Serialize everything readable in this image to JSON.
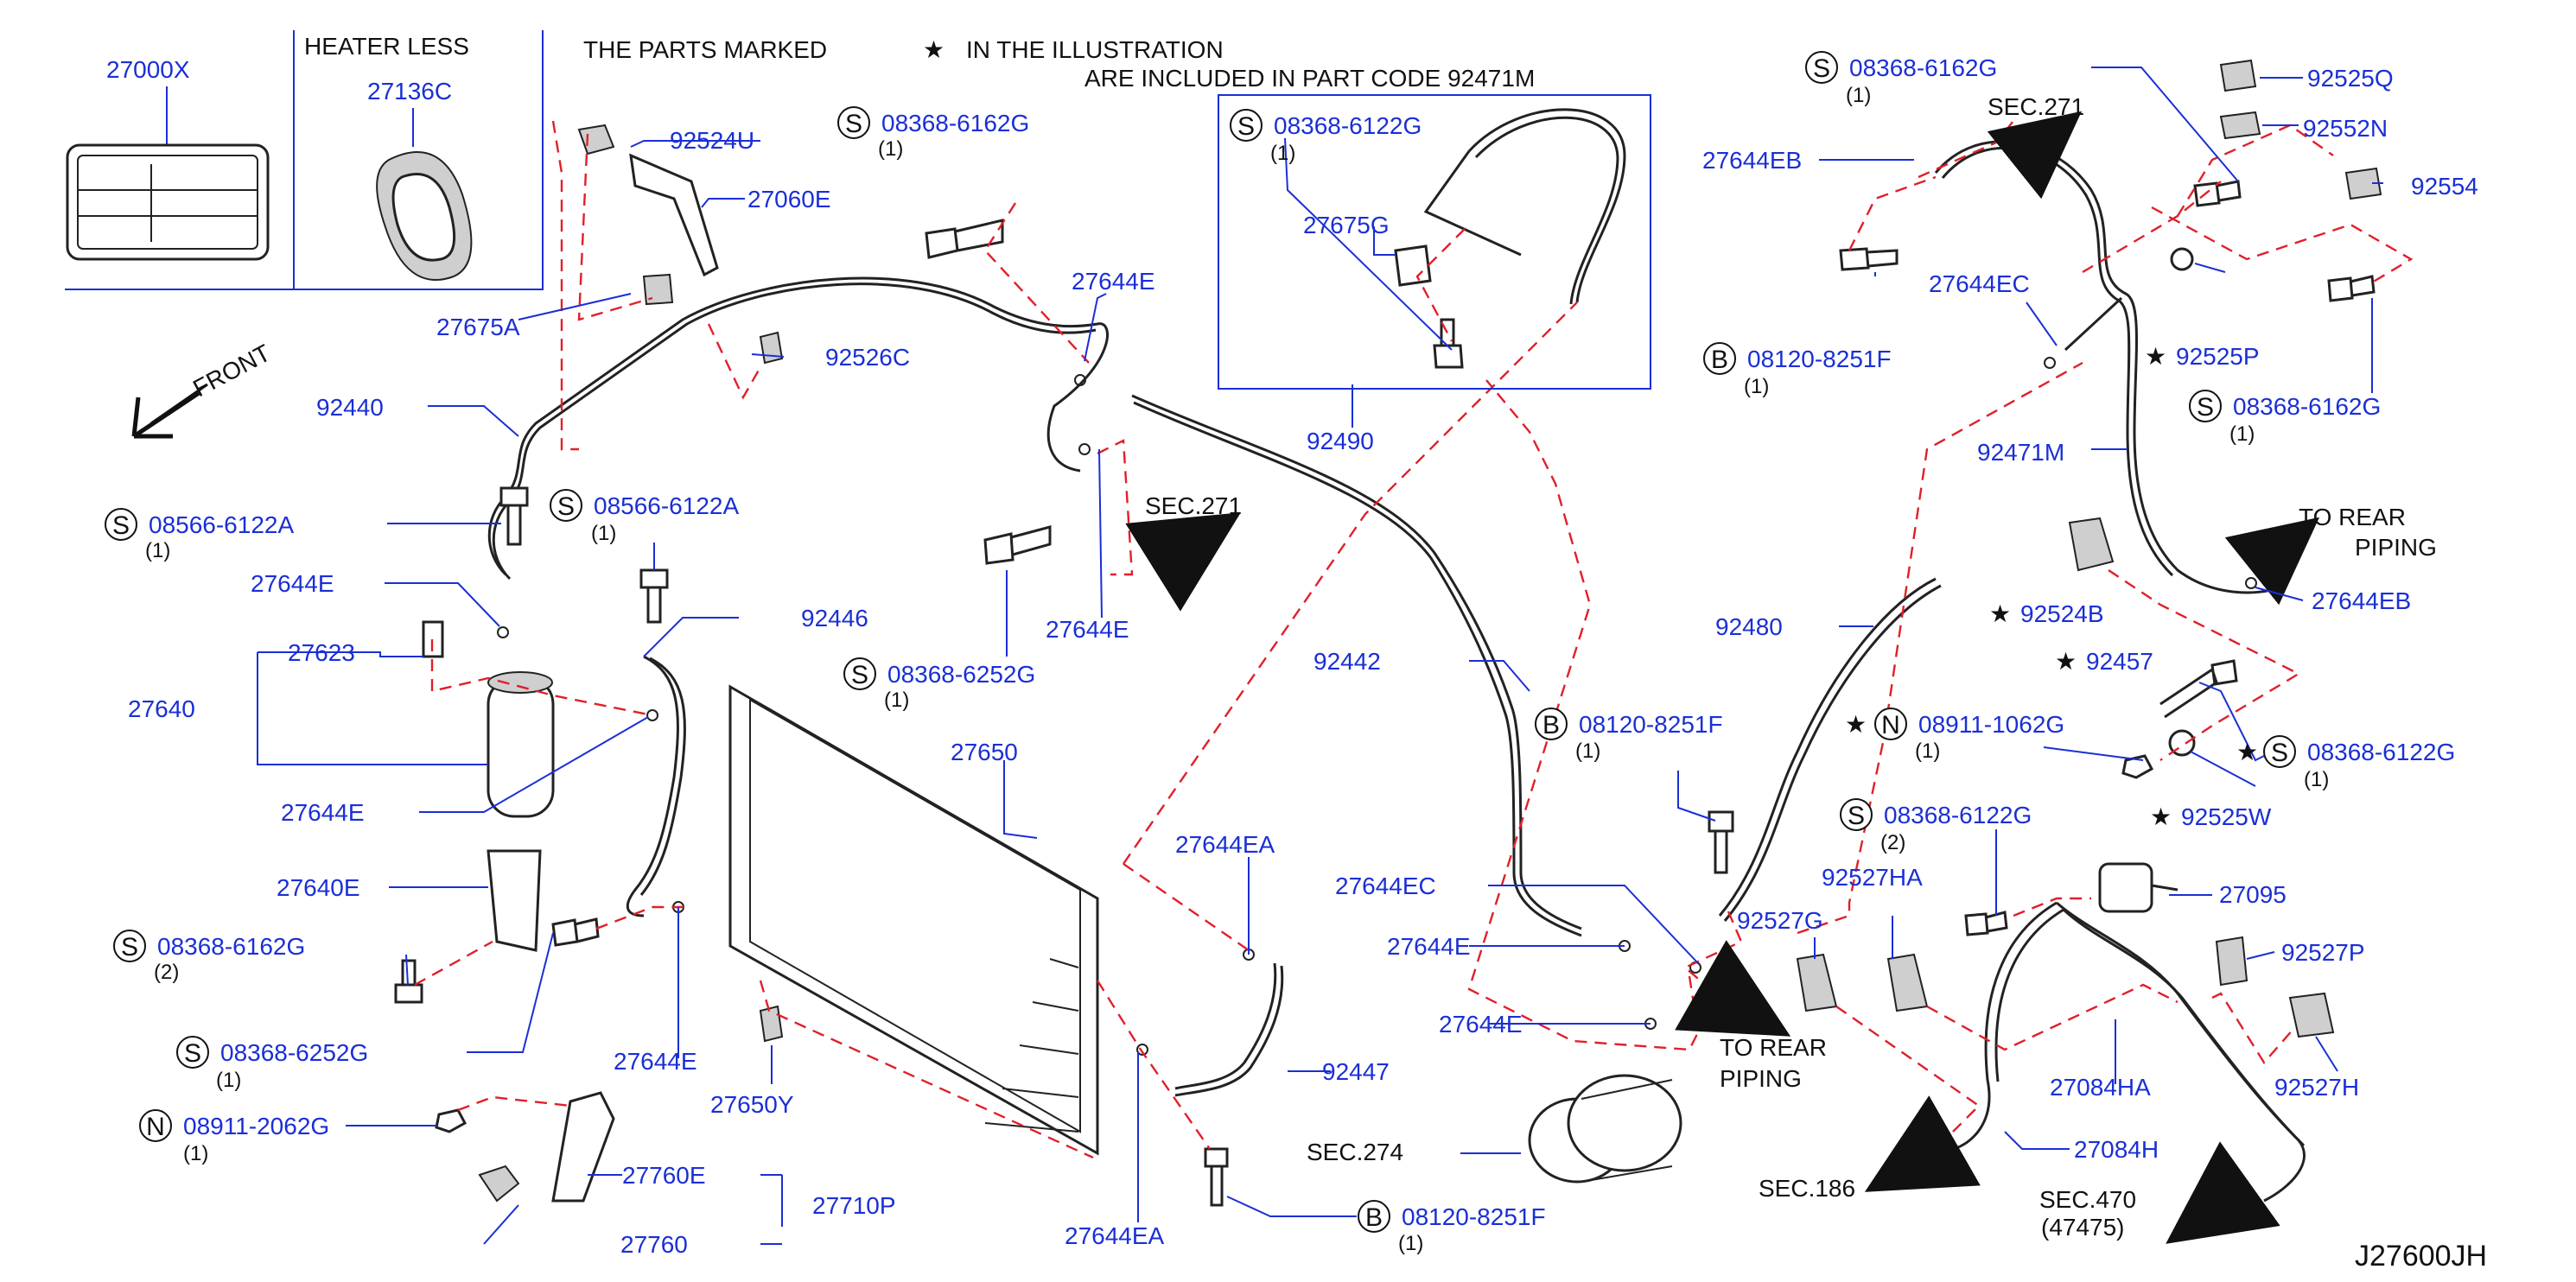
{
  "diagram": {
    "header_note": {
      "line1_a": "THE PARTS MARKED",
      "line1_b": "IN THE ILLUSTRATION",
      "line2": "ARE INCLUDED IN PART CODE 92471M",
      "star": "★"
    },
    "inset": {
      "label_box_part": "27000X",
      "heater_less": "HEATER LESS",
      "grommet_part": "27136C"
    },
    "front_label": "FRONT",
    "sec_labels": {
      "sec271_left": "SEC.271",
      "sec271_top": "SEC.271",
      "sec274": "SEC.274",
      "sec186": "SEC.186",
      "sec470": "SEC.470",
      "sec470_sub": "(47475)",
      "to_rear_piping_mid_1": "TO REAR",
      "to_rear_piping_mid_2": "PIPING",
      "to_rear_piping_right_1": "TO REAR",
      "to_rear_piping_right_2": "PIPING"
    },
    "disc_letters": {
      "s": "S",
      "b": "B",
      "n": "N"
    },
    "parts": {
      "p92524U": "92524U",
      "p27060E": "27060E",
      "p27675A": "27675A",
      "p92526C": "92526C",
      "p92440": "92440",
      "p08566_left": "08566-6122A",
      "p08566_left_q": "(1)",
      "p08566_mid": "08566-6122A",
      "p08566_mid_q": "(1)",
      "p27644E_1": "27644E",
      "p27623": "27623",
      "p27640": "27640",
      "p92446": "92446",
      "p27644E_2": "27644E",
      "p27640E": "27640E",
      "p08368_6162G_left": "08368-6162G",
      "p08368_6162G_left_q": "(2)",
      "p08368_6252G_left": "08368-6252G",
      "p08368_6252G_left_q": "(1)",
      "p08911_2062G": "08911-2062G",
      "p08911_2062G_q": "(1)",
      "p27760E": "27760E",
      "p27710P": "27710P",
      "p27760": "27760",
      "p27644E_3": "27644E",
      "p27650Y": "27650Y",
      "p27650": "27650",
      "p08368_6162G_top": "08368-6162G",
      "p08368_6162G_top_q": "(1)",
      "p27644E_4": "27644E",
      "p27644E_5": "27644E",
      "p08368_6252G_mid": "08368-6252G",
      "p08368_6252G_mid_q": "(1)",
      "p08368_6122G_box": "08368-6122G",
      "p08368_6122G_box_q": "(1)",
      "p27675G": "27675G",
      "p92490": "92490",
      "p92442": "92442",
      "p27644EA_1": "27644EA",
      "p92447": "92447",
      "p27644EA_2": "27644EA",
      "p08120_bottom": "08120-8251F",
      "p08120_bottom_q": "(1)",
      "p08120_mid": "08120-8251F",
      "p08120_mid_q": "(1)",
      "p27644EC_1": "27644EC",
      "p27644E_6": "27644E",
      "p27644E_7": "27644E",
      "p27644EB_1": "27644EB",
      "p08368_6162G_tr": "08368-6162G",
      "p08368_6162G_tr_q": "(1)",
      "p92525Q": "92525Q",
      "p92552N": "92552N",
      "p92554": "92554",
      "p27644EC_2": "27644EC",
      "p08120_right": "08120-8251F",
      "p08120_right_q": "(1)",
      "p92525P": "92525P",
      "p08368_6162G_r": "08368-6162G",
      "p08368_6162G_r_q": "(1)",
      "p92471M": "92471M",
      "p92480": "92480",
      "p27644EB_2": "27644EB",
      "p92524B": "92524B",
      "p92457": "92457",
      "p08911_1062G": "08911-1062G",
      "p08911_1062G_q": "(1)",
      "p08368_6122G_r": "08368-6122G",
      "p08368_6122G_r_q": "(1)",
      "p92525W": "92525W",
      "p08368_6122G_c": "08368-6122G",
      "p08368_6122G_c_q": "(2)",
      "p92527HA": "92527HA",
      "p92527G": "92527G",
      "p27095": "27095",
      "p92527P": "92527P",
      "p27084HA": "27084HA",
      "p92527H": "92527H",
      "p27084H": "27084H"
    },
    "diagram_code": "J27600JH"
  }
}
